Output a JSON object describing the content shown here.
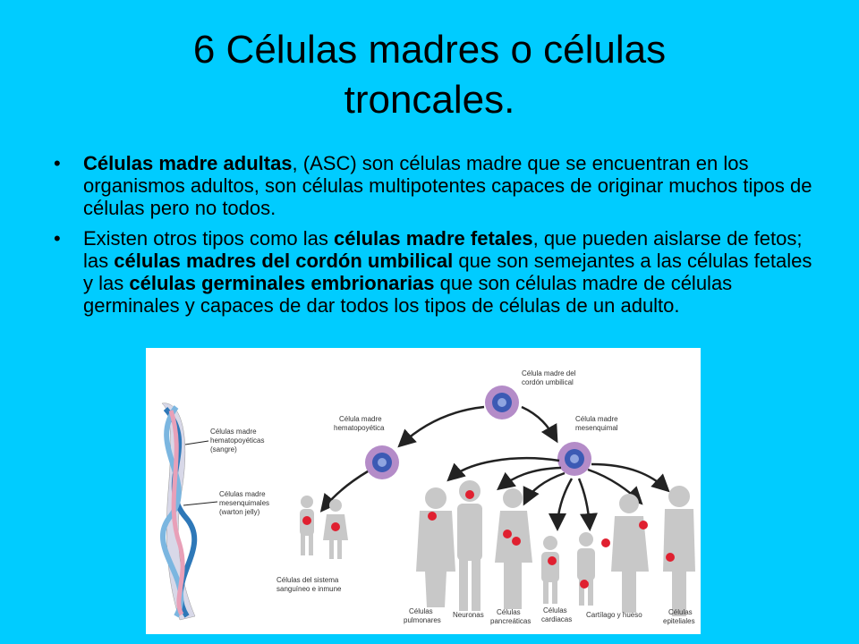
{
  "slide": {
    "title_line1": "6 Células madres o células",
    "title_line2": "troncales.",
    "bullet_char": "•",
    "bullet1": {
      "b1": "Células madre adultas",
      "t1": ", (ASC) son células madre que se encuentran en los organismos adultos, son células multipotentes capaces de originar muchos tipos de células pero no todos."
    },
    "bullet2": {
      "t1": "Existen otros tipos como las ",
      "b1": "células madre fetales",
      "t2": ", que pueden aislarse de fetos; las ",
      "b2": "células madres del cordón umbilical",
      "t3": " que son semejantes a las células fetales y las ",
      "b3": "células germinales embrionarias",
      "t4": " que son células madre de células germinales y capaces de dar todos los tipos de células de un adulto."
    }
  },
  "diagram": {
    "cord_label": [
      "Célula madre del",
      "cordón umbilical"
    ],
    "hema_label": [
      "Célula madre",
      "hematopoyética"
    ],
    "mesen_label": [
      "Célula madre",
      "mesenquimal"
    ],
    "left_label1": [
      "Células madre",
      "hematopoyéticas",
      "(sangre)"
    ],
    "left_label2": [
      "Células madre",
      "mesenquimales",
      "(warton jelly)"
    ],
    "blood_label": [
      "Células del sistema",
      "sanguíneo e inmune"
    ],
    "pulm_label": [
      "Células",
      "pulmonares"
    ],
    "neuro_label": "Neuronas",
    "panc_label": [
      "Células",
      "pancreáticas"
    ],
    "card_label": [
      "Células",
      "cardiacas"
    ],
    "cart_label": "Cartílago y hueso",
    "epi_label": [
      "Células",
      "epiteliales"
    ],
    "colors": {
      "cell_outer": "#B48CC8",
      "cell_inner": "#3C5AB4",
      "dot": "#E02030",
      "figure": "#C8C8C8",
      "arrow": "#222222"
    }
  }
}
